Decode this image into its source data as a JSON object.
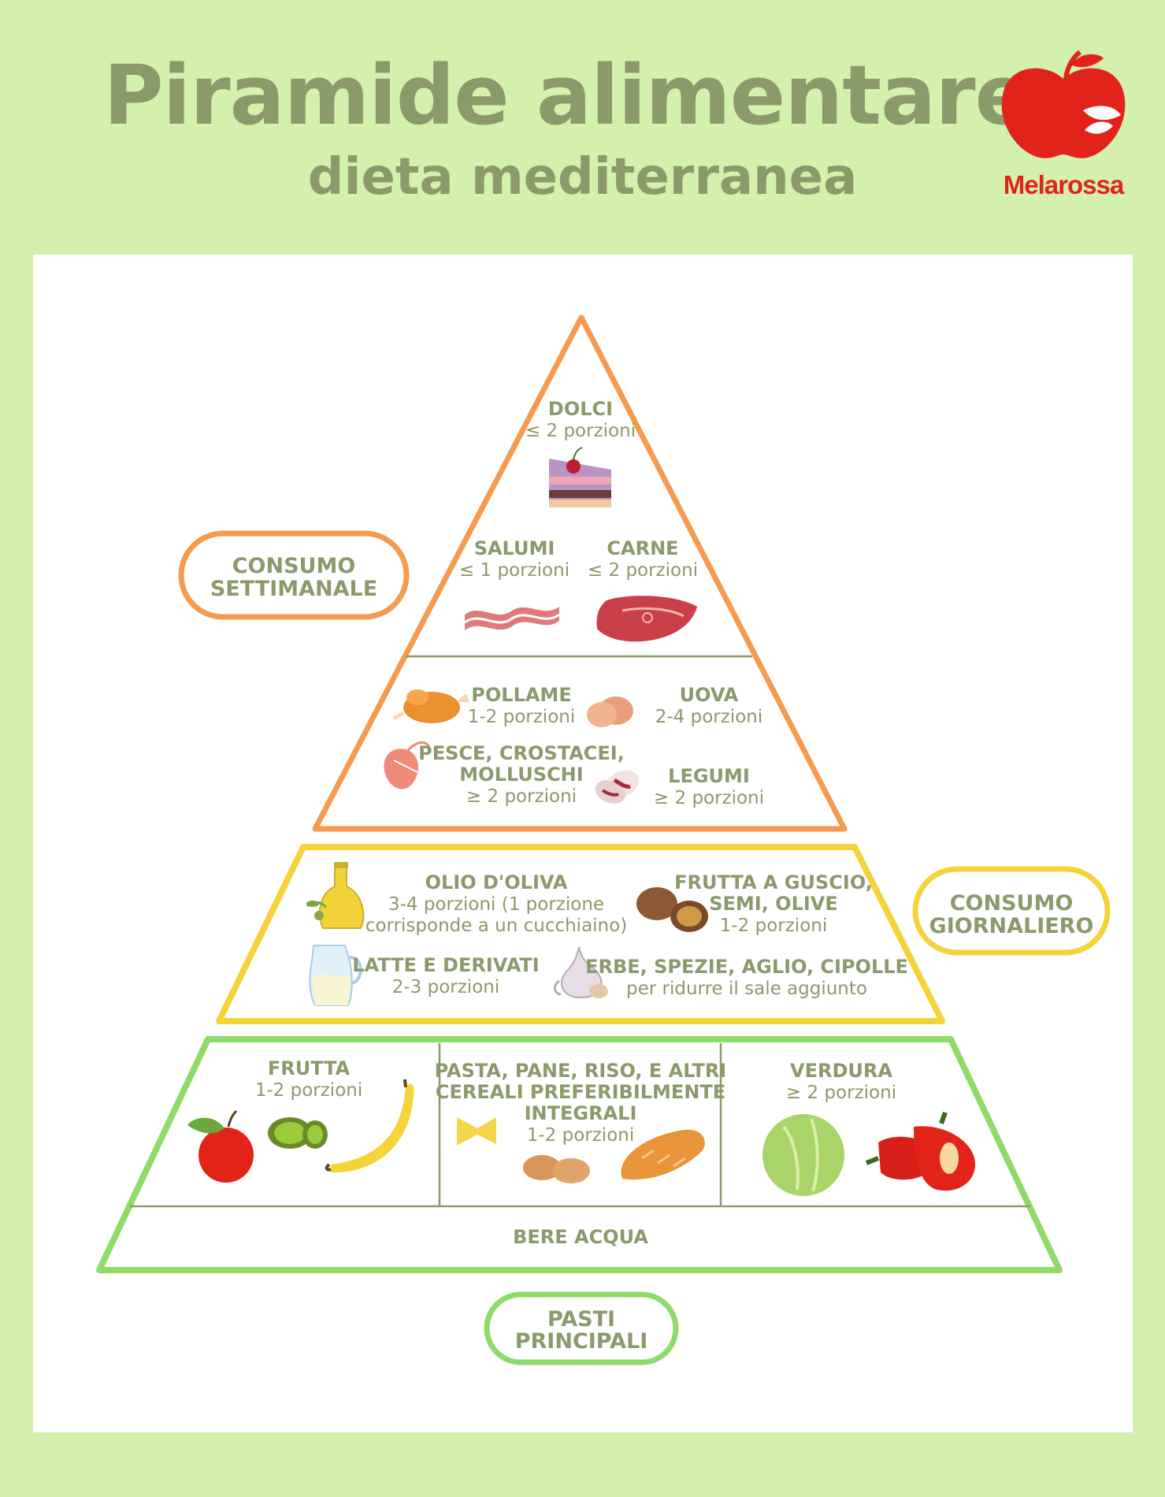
{
  "header": {
    "title": "Piramide alimentare:",
    "subtitle": "dieta mediterranea",
    "brand": "Melarossa",
    "brand_color": "#e2231a"
  },
  "colors": {
    "background": "#d3f0ac",
    "text": "#8a9a6a",
    "weekly": "#f59a4f",
    "daily": "#f6d23a",
    "meals": "#8fdb6a"
  },
  "pills": {
    "weekly": [
      "CONSUMO",
      "SETTIMANALE"
    ],
    "daily": [
      "CONSUMO",
      "GIORNALIERO"
    ],
    "meals": [
      "PASTI",
      "PRINCIPALI"
    ]
  },
  "tiers": {
    "dolci": {
      "name": "DOLCI",
      "portions": "≤ 2 porzioni",
      "icon": "cake-icon"
    },
    "salumi": {
      "name": "SALUMI",
      "portions": "≤ 1 porzioni",
      "icon": "bacon-icon"
    },
    "carne": {
      "name": "CARNE",
      "portions": "≤ 2 porzioni",
      "icon": "meat-icon"
    },
    "pollame": {
      "name": "POLLAME",
      "portions": "1-2 porzioni",
      "icon": "chicken-icon"
    },
    "uova": {
      "name": "UOVA",
      "portions": "2-4 porzioni",
      "icon": "eggs-icon"
    },
    "pesce": {
      "name": [
        "PESCE, CROSTACEI,",
        "MOLLUSCHI"
      ],
      "portions": "≥ 2 porzioni",
      "icon": "shrimp-icon"
    },
    "legumi": {
      "name": "LEGUMI",
      "portions": "≥ 2 porzioni",
      "icon": "beans-icon"
    },
    "olio": {
      "name": "OLIO D'OLIVA",
      "portions": [
        "3-4 porzioni (1 porzione",
        "corrisponde a un cucchiaino)"
      ],
      "icon": "oil-bottle-icon"
    },
    "frutta_guscio": {
      "name": [
        "FRUTTA A GUSCIO,",
        "SEMI, OLIVE"
      ],
      "portions": "1-2 porzioni",
      "icon": "walnut-icon"
    },
    "latte": {
      "name": "LATTE E DERIVATI",
      "portions": "2-3 porzioni",
      "icon": "milk-jug-icon"
    },
    "erbe": {
      "name": "ERBE, SPEZIE, AGLIO, CIPOLLE",
      "portions": "per ridurre il sale aggiunto",
      "icon": "garlic-icon"
    },
    "frutta": {
      "name": "FRUTTA",
      "portions": "1-2 porzioni",
      "icon": "fruit-icon"
    },
    "cereali": {
      "name": [
        "PASTA, PANE, RISO, E ALTRI",
        "CEREALI PREFERIBILMENTE",
        "INTEGRALI"
      ],
      "portions": "1-2 porzioni",
      "icon": "bread-pasta-icon"
    },
    "verdura": {
      "name": "VERDURA",
      "portions": "≥ 2 porzioni",
      "icon": "vegetable-icon"
    },
    "acqua": {
      "name": "BERE ACQUA"
    }
  }
}
